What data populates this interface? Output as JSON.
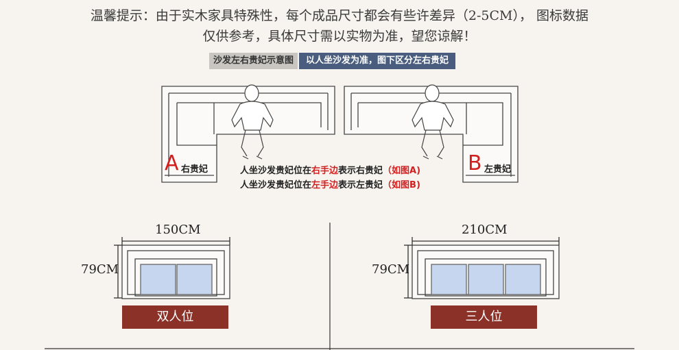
{
  "notice": {
    "line1": "温馨提示：由于实木家具特殊性，每个成品尺寸都会有些许差异（2-5CM）， 图标数据",
    "line2": "仅供参考，具体尺寸需以实物为准，望您谅解！"
  },
  "diagram_header": {
    "left_tag": "沙发左右贵妃示意图",
    "right_tag": "以人坐沙发为准，图下区分左右贵妃"
  },
  "lshape_a": {
    "letter": "A",
    "label": "右贵妃"
  },
  "lshape_b": {
    "letter": "B",
    "label": "左贵妃"
  },
  "captions": {
    "line1_prefix": "人坐沙发贵妃位在",
    "line1_highlight": "右手边",
    "line1_suffix": "表示右贵妃",
    "line1_ref": "（如图A)",
    "line2_prefix": "人坐沙发贵妃位在",
    "line2_highlight": "左手边",
    "line2_suffix": "表示左贵妃",
    "line2_ref": "（如图B)"
  },
  "sofa_two": {
    "width_label": "150CM",
    "depth_label": "79CM",
    "name": "双人位"
  },
  "sofa_three": {
    "width_label": "210CM",
    "depth_label": "79CM",
    "name": "三人位"
  },
  "colors": {
    "accent_red": "#d21f1f",
    "label_bg": "#8c3128",
    "tag_blue": "#4a5d7e",
    "cushion_blue": "#c6d6ee"
  }
}
